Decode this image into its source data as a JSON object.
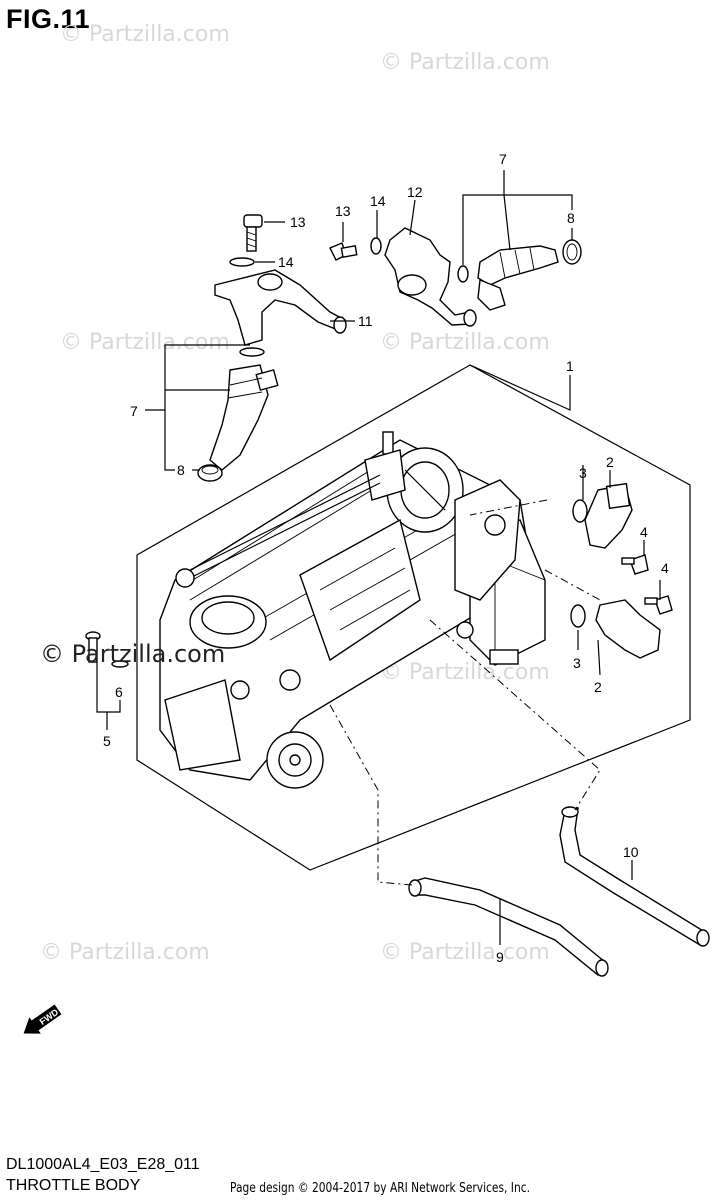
{
  "figure_title": "FIG.11",
  "watermark_text": "© Partzilla.com",
  "watermark_overlay": "© Partzilla.com",
  "footer": {
    "diagram_code": "DL1000AL4_E03_E28_011",
    "diagram_name": "THROTTLE BODY",
    "credit": "Page design © 2004-2017 by ARI Network Services, Inc."
  },
  "fwd_label": "FWD",
  "callouts": {
    "c1": "1",
    "c2a": "2",
    "c2b": "2",
    "c3a": "3",
    "c3b": "3",
    "c4a": "4",
    "c4b": "4",
    "c5": "5",
    "c6": "6",
    "c7a": "7",
    "c7b": "7",
    "c8a": "8",
    "c8b": "8",
    "c9": "9",
    "c10": "10",
    "c11": "11",
    "c12": "12",
    "c13a": "13",
    "c13b": "13",
    "c14a": "14",
    "c14b": "14"
  }
}
